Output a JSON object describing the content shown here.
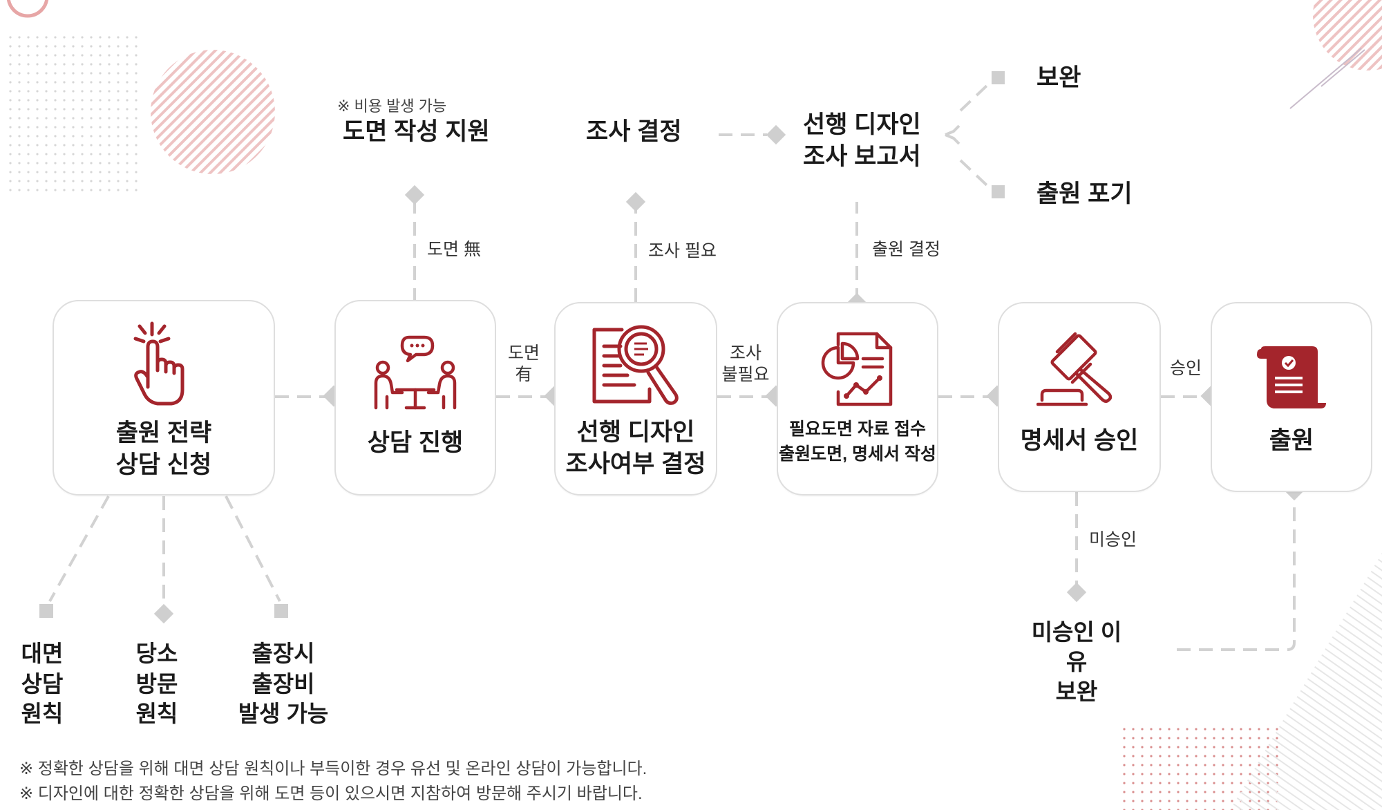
{
  "steps": [
    {
      "title_l1": "출원 전략",
      "title_l2": "상담 신청",
      "icon": "tap-hand-icon"
    },
    {
      "title_l1": "상담 진행",
      "title_l2": "",
      "icon": "consultation-meeting-icon"
    },
    {
      "title_l1": "선행 디자인",
      "title_l2": "조사여부 결정",
      "icon": "document-search-icon"
    },
    {
      "title_l1": "필요도면 자료 접수",
      "title_l2": "출원도면, 명세서 작성",
      "icon": "report-chart-icon"
    },
    {
      "title_l1": "명세서 승인",
      "title_l2": "",
      "icon": "gavel-icon"
    },
    {
      "title_l1": "출원",
      "title_l2": "",
      "icon": "certificate-scroll-icon"
    }
  ],
  "connector_labels": {
    "drawing_yes_l1": "도면",
    "drawing_yes_l2": "有",
    "survey_unneeded_l1": "조사",
    "survey_unneeded_l2": "불필요",
    "approve": "승인",
    "drawing_none": "도면 無",
    "survey_needed": "조사 필요",
    "filing_decision": "출원 결정",
    "not_approved": "미승인"
  },
  "branches": {
    "drawing_support_note": "※ 비용 발생 가능",
    "drawing_support": "도면 작성 지원",
    "survey_decision": "조사 결정",
    "prior_report_l1": "선행 디자인",
    "prior_report_l2": "조사 보고서",
    "supplement": "보완",
    "abandon": "출원 포기",
    "reject_reason_l1": "미승인 이유",
    "reject_reason_l2": "보완"
  },
  "consult_options": [
    {
      "lines": [
        "대면",
        "상담",
        "원칙"
      ]
    },
    {
      "lines": [
        "당소",
        "방문",
        "원칙"
      ]
    },
    {
      "lines": [
        "출장시",
        "출장비",
        "발생 가능"
      ]
    }
  ],
  "notes": [
    "※ 정확한 상담을 위해 대면 상담 원칙이나 부득이한 경우 유선 및 온라인 상담이 가능합니다.",
    "※ 디자인에 대한 정확한 상담을 위해 도면 등이 있으시면 지참하여 방문해 주시기 바랍니다."
  ],
  "colors": {
    "accent": "#a4252c",
    "line": "#d2d2d2",
    "diamond": "#cfcfcf",
    "text": "#1b1b1b",
    "box_border": "#dedede",
    "deco_pink": "#e8b4b4"
  }
}
